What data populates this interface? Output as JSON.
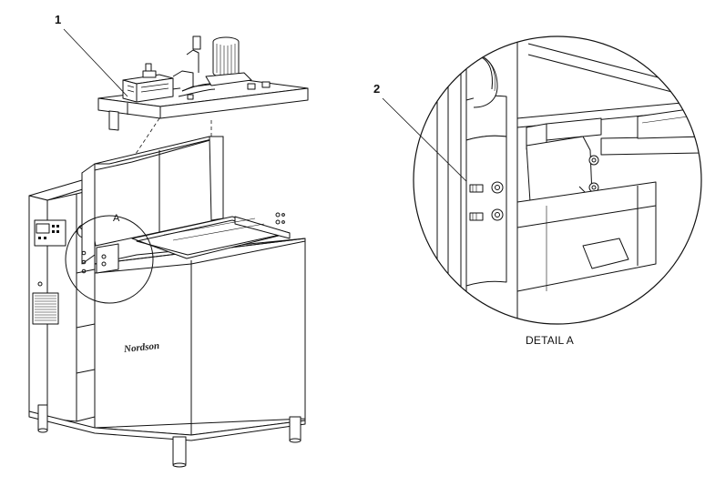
{
  "callouts": {
    "item_1": "1",
    "item_2": "2"
  },
  "detail": {
    "marker": "A",
    "caption": "DETAIL A"
  },
  "brand": {
    "logo": "Nordson"
  }
}
